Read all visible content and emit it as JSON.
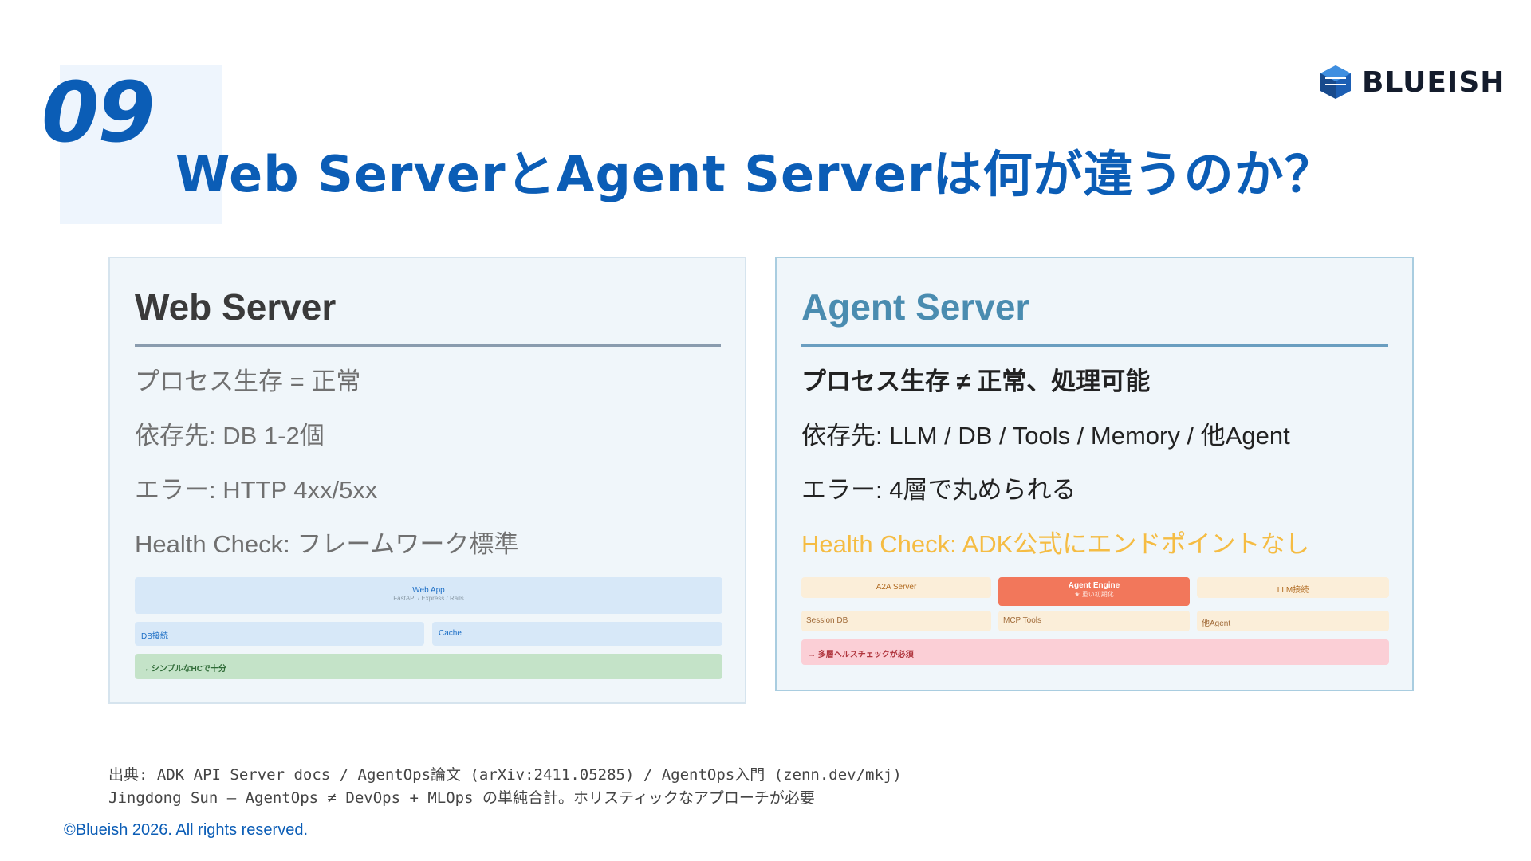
{
  "slide": {
    "number": "09",
    "title": "Web ServerとAgent Serverは何が違うのか？"
  },
  "logo": {
    "text": "BLUEISH",
    "icon": "blueish-logo-icon"
  },
  "web_card": {
    "title": "Web Server",
    "rows": [
      "プロセス生存 = 正常",
      "依存先: DB 1-2個",
      "エラー: HTTP 4xx/5xx",
      "Health Check: フレームワーク標準"
    ],
    "diagram": {
      "app_label": "Web App",
      "app_sub": "FastAPI / Express / Rails",
      "db_label": "DB接続",
      "cache_label": "Cache",
      "note": "→ シンプルなHCで十分"
    }
  },
  "agent_card": {
    "title": "Agent Server",
    "rows": [
      "プロセス生存 ≠ 正常、処理可能",
      "依存先: LLM / DB / Tools / Memory / 他Agent",
      "エラー: 4層で丸められる",
      "Health Check: ADK公式にエンドポイントなし"
    ],
    "diagram": {
      "a2a_label": "A2A Server",
      "engine_label": "Agent Engine",
      "engine_sub": "★ 重い初期化",
      "llm_label": "LLM接続",
      "session_label": "Session DB",
      "mcp_label": "MCP Tools",
      "other_label": "他Agent",
      "note": "→ 多層ヘルスチェックが必須"
    }
  },
  "source": {
    "line1": "出典: ADK API Server docs / AgentOps論文 (arXiv:2411.05285) / AgentOps入門 (zenn.dev/mkj)",
    "line2": "Jingdong Sun — AgentOps ≠ DevOps + MLOps の単純合計。ホリスティックなアプローチが必要"
  },
  "copyright": "©Blueish 2026. All rights reserved.",
  "colors": {
    "brand": "#0b5db6",
    "warn": "#f5bc43",
    "engine": "#f2775b"
  }
}
